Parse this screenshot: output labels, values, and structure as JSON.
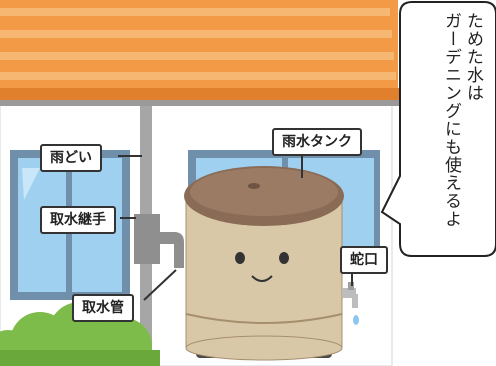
{
  "labels": {
    "gutter": "雨どい",
    "rain_tank": "雨水タンク",
    "intake_joint": "取水継手",
    "intake_pipe": "取水管",
    "faucet": "蛇口"
  },
  "speech_bubble": {
    "line1": "ためた水は",
    "line2": "ガーデニングにも使えるよ"
  },
  "colors": {
    "roof": "#f29a45",
    "roof_stripe": "#f5b772",
    "wall": "#ffffff",
    "window_frame": "#6f8fab",
    "glass": "#9fd0f0",
    "gutter": "#9a9a9a",
    "tank_body": "#d9c8a8",
    "tank_lid": "#8a6b55",
    "bush": "#7dbb4a"
  }
}
